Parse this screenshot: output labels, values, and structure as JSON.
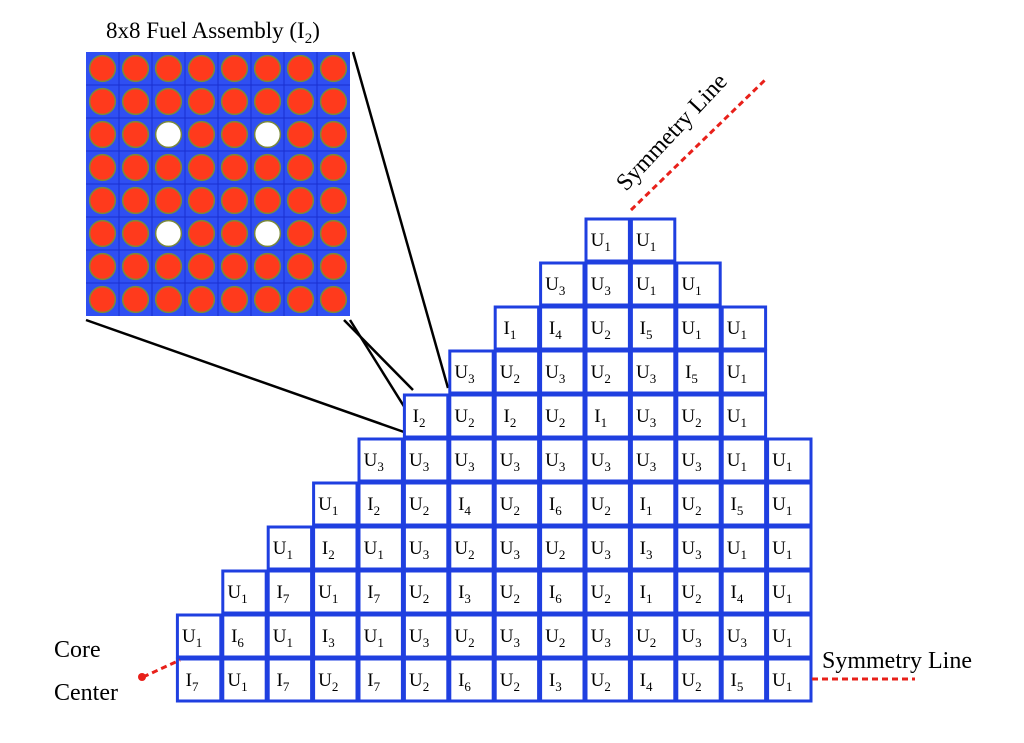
{
  "inset": {
    "title": "8x8 Fuel Assembly (I",
    "title_sub": "2",
    "title_close": ")",
    "grid_size": 8,
    "water_rods": [
      [
        2,
        2
      ],
      [
        2,
        5
      ],
      [
        5,
        2
      ],
      [
        5,
        5
      ]
    ],
    "colors": {
      "background": "#2f4ff2",
      "fuel": "#ff3a1c",
      "clad": "#7a8a3a",
      "water_rod": "#ffffff",
      "gridline": "#1a2fd0"
    }
  },
  "core_map": {
    "colors": {
      "cell_border": "#1f3fe0",
      "cell_fill": "#ffffff",
      "text": "#000000",
      "symmetry": "#e8201a"
    },
    "rows": [
      [
        "U1",
        "U1"
      ],
      [
        "U3",
        "U3",
        "U1",
        "U1"
      ],
      [
        "I1",
        "I4",
        "U2",
        "I5",
        "U1",
        "U1"
      ],
      [
        "U3",
        "U2",
        "U3",
        "U2",
        "U3",
        "I5",
        "U1"
      ],
      [
        "I2",
        "U2",
        "I2",
        "U2",
        "I1",
        "U3",
        "U2",
        "U1"
      ],
      [
        "U3",
        "U3",
        "U3",
        "U3",
        "U3",
        "U3",
        "U3",
        "U3",
        "U1",
        "U1"
      ],
      [
        "U1",
        "I2",
        "U2",
        "I4",
        "U2",
        "I6",
        "U2",
        "I1",
        "U2",
        "I5",
        "U1"
      ],
      [
        "U1",
        "I2",
        "U1",
        "U3",
        "U2",
        "U3",
        "U2",
        "U3",
        "I3",
        "U3",
        "U1",
        "U1"
      ],
      [
        "U1",
        "I7",
        "U1",
        "I7",
        "U2",
        "I3",
        "U2",
        "I6",
        "U2",
        "I1",
        "U2",
        "I4",
        "U1"
      ],
      [
        "U1",
        "I6",
        "U1",
        "I3",
        "U1",
        "U3",
        "U2",
        "U3",
        "U2",
        "U3",
        "U2",
        "U3",
        "U3",
        "U1"
      ],
      [
        "I7",
        "U1",
        "I7",
        "U2",
        "I7",
        "U2",
        "I6",
        "U2",
        "I3",
        "U2",
        "I4",
        "U2",
        "I5",
        "U1"
      ]
    ]
  },
  "labels": {
    "core_center_line1": "Core",
    "core_center_line2": "Center",
    "symmetry_line_right": "Symmetry Line",
    "symmetry_line_top": "Symmetry Line"
  }
}
